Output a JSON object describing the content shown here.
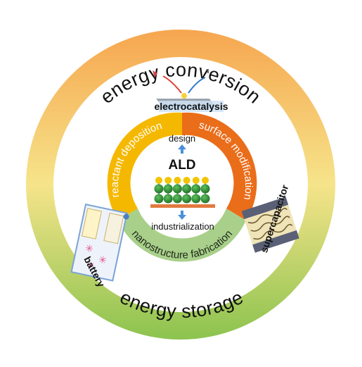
{
  "outer_ring": {
    "top_label": "energy conversion",
    "bottom_label": "energy storage",
    "colors": {
      "top": "#f6a64f",
      "middle": "#f6e48a",
      "bottom": "#8cc34f"
    }
  },
  "inner_ring": {
    "segments": [
      {
        "label": "reactant deposition",
        "color": "#f5b800"
      },
      {
        "label": "surface modification",
        "color": "#ea6d1a"
      },
      {
        "label": "nanostructure fabrication",
        "color": "#a9d08a"
      }
    ]
  },
  "center": {
    "title": "ALD",
    "top_text": "design",
    "bottom_text": "industrialization",
    "atom_color": "#2e8c34",
    "ligand_color": "#f3c400",
    "substrate_color": "#e27a3f",
    "arrow_color": "#4a90d9"
  },
  "applications": {
    "electrocatalysis": "electrocatalysis",
    "battery": "battery",
    "supercapacitor": "supercapacitor"
  }
}
